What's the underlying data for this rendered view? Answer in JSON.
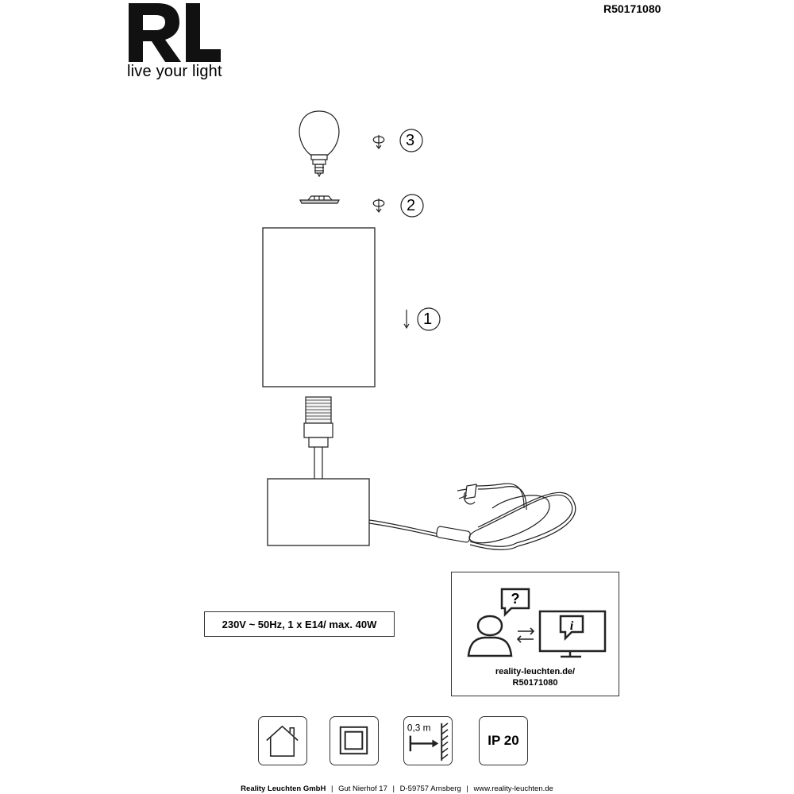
{
  "header": {
    "tagline": "live your light",
    "article_number": "R50171080"
  },
  "steps": [
    "3",
    "2",
    "1"
  ],
  "spec": {
    "text": "230V ~ 50Hz, 1 x E14/ max. 40W"
  },
  "info": {
    "question_mark": "?",
    "info_glyph": "i",
    "url_line1": "reality-leuchten.de/",
    "url_line2": "R50171080"
  },
  "badges": {
    "indoor_icon": "house-icon",
    "class2_icon": "double-square-icon",
    "distance_label": "0,3 m",
    "ip_rating": "IP 20"
  },
  "footer": {
    "company": "Reality Leuchten GmbH",
    "street": "Gut Nierhof 17",
    "city": "D-59757 Arnsberg",
    "website": "www.reality-leuchten.de",
    "separator": "|"
  },
  "colors": {
    "line": "#222222",
    "shade": "#dddddd"
  }
}
